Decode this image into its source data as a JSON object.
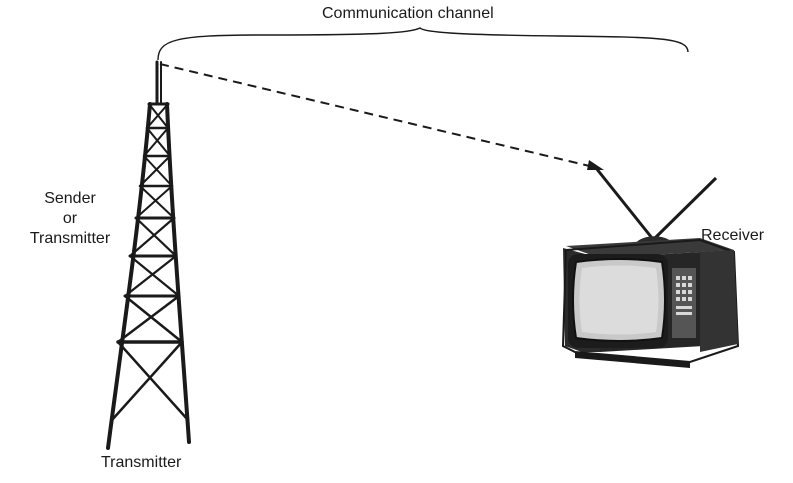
{
  "labels": {
    "channel": "Communication channel",
    "sender_line1": "Sender",
    "sender_line2": "or",
    "sender_line3": "Transmitter",
    "receiver": "Receiver",
    "transmitter": "Transmitter"
  },
  "colors": {
    "ink": "#1a1a1a",
    "tv_body": "#2b2b2b",
    "tv_screen": "#c9c9c9",
    "tv_screen_inner": "#dcdcdc",
    "tv_panel": "#555555"
  },
  "icons": {
    "tower": "transmission-tower-icon",
    "tv": "television-icon"
  }
}
